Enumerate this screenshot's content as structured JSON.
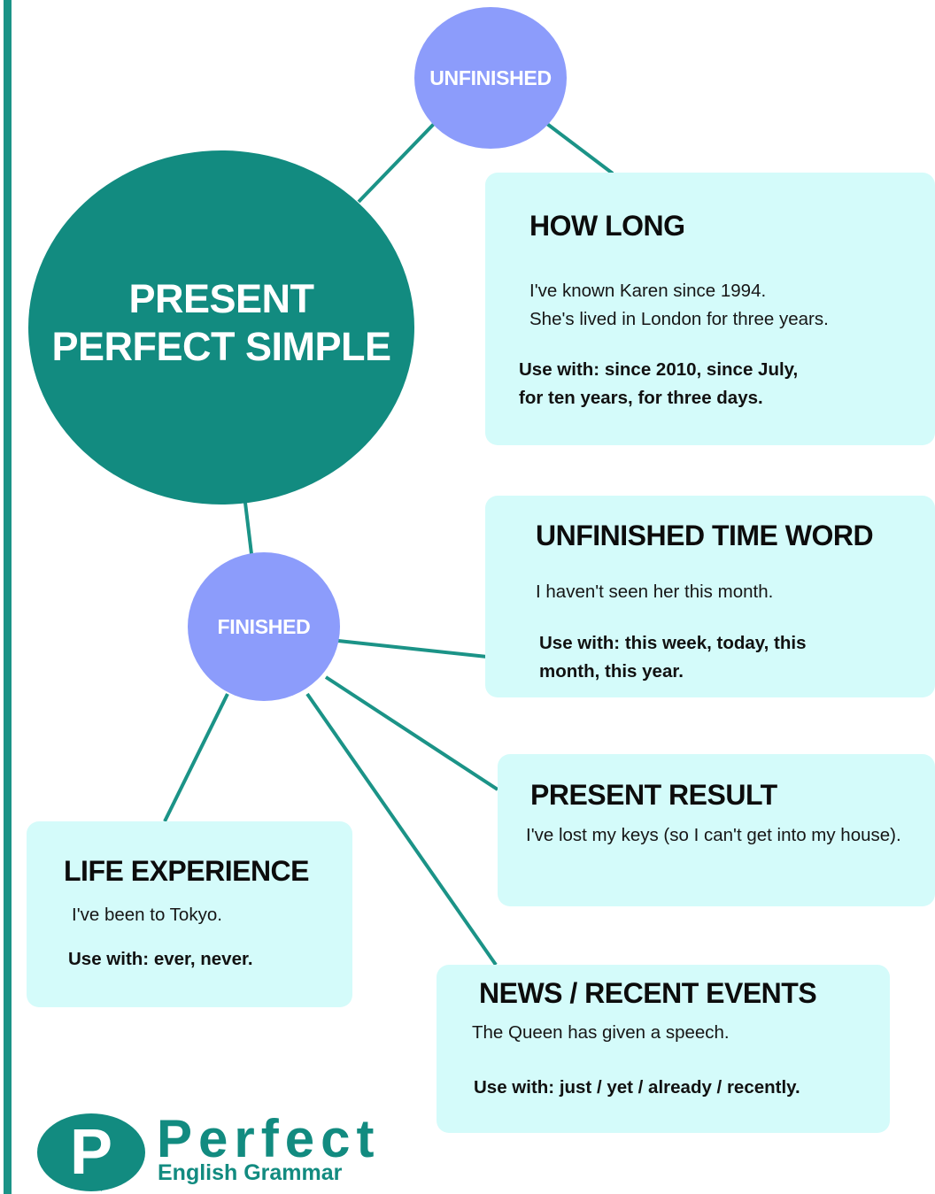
{
  "colors": {
    "teal": "#128b80",
    "periwinkle": "#8c9cfb",
    "card_background": "#d4fbfa",
    "connector": "#1b9387"
  },
  "center": {
    "title_line1": "PRESENT",
    "title_line2": "PERFECT SIMPLE"
  },
  "nodes": {
    "unfinished": "UNFINISHED",
    "finished": "FINISHED"
  },
  "cards": {
    "how_long": {
      "title": "HOW LONG",
      "example1": "I've known Karen since 1994.",
      "example2": "She's lived in London for three years.",
      "use1": "Use with: since 2010, since July,",
      "use2": "for ten years, for three days."
    },
    "unfinished_time_word": {
      "title": "UNFINISHED TIME WORD",
      "example": "I haven't seen her this month.",
      "use1": "Use with: this week, today, this",
      "use2": "month, this year."
    },
    "present_result": {
      "title": "PRESENT RESULT",
      "example": "I've lost my keys (so I can't get into my house)."
    },
    "life_experience": {
      "title": "LIFE EXPERIENCE",
      "example": "I've been to Tokyo.",
      "use": "Use with: ever, never."
    },
    "news_recent_events": {
      "title": "NEWS / RECENT EVENTS",
      "example": "The Queen has given a speech.",
      "use": "Use with: just / yet / already / recently."
    }
  },
  "logo": {
    "letter": "P",
    "word": "Perfect",
    "subtitle": "English Grammar"
  }
}
